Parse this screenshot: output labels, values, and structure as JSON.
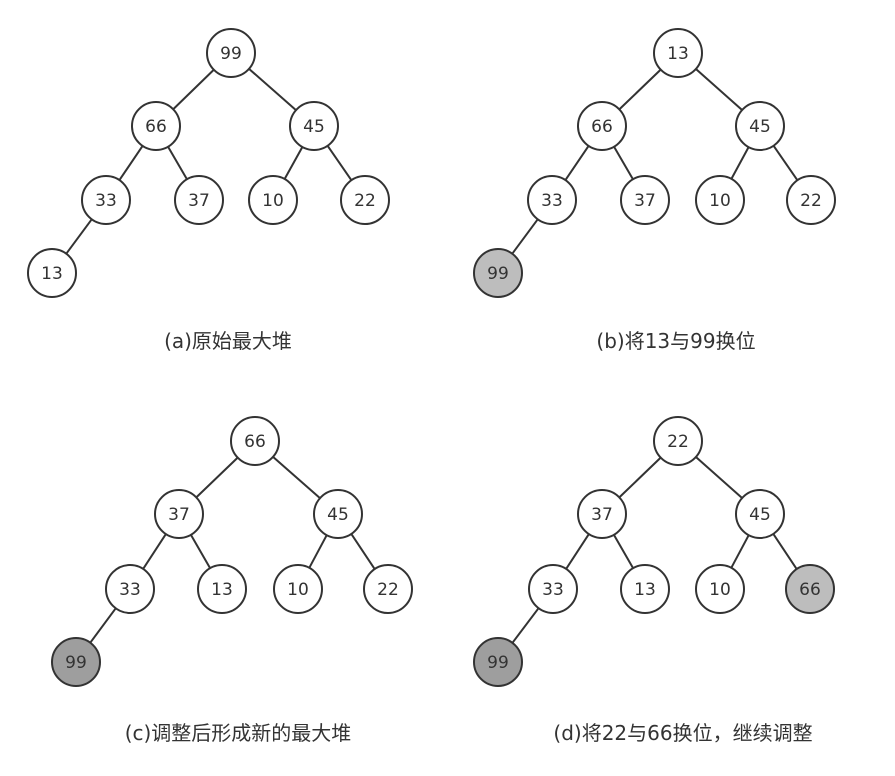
{
  "colors": {
    "node_fill": "#ffffff",
    "node_highlight_light": "#bdbdbd",
    "node_highlight_dark": "#9e9e9e",
    "stroke": "#333333",
    "text": "#333333"
  },
  "panels": [
    {
      "caption": "(a)原始最大堆",
      "nodes": [
        {
          "id": "a1",
          "label": "99",
          "fill": "white"
        },
        {
          "id": "a2",
          "label": "66",
          "fill": "white"
        },
        {
          "id": "a3",
          "label": "45",
          "fill": "white"
        },
        {
          "id": "a4",
          "label": "33",
          "fill": "white"
        },
        {
          "id": "a5",
          "label": "37",
          "fill": "white"
        },
        {
          "id": "a6",
          "label": "10",
          "fill": "white"
        },
        {
          "id": "a7",
          "label": "22",
          "fill": "white"
        },
        {
          "id": "a8",
          "label": "13",
          "fill": "white"
        }
      ],
      "edges": [
        [
          "a1",
          "a2"
        ],
        [
          "a1",
          "a3"
        ],
        [
          "a2",
          "a4"
        ],
        [
          "a2",
          "a5"
        ],
        [
          "a3",
          "a6"
        ],
        [
          "a3",
          "a7"
        ],
        [
          "a4",
          "a8"
        ]
      ]
    },
    {
      "caption": "(b)将13与99换位",
      "nodes": [
        {
          "id": "b1",
          "label": "13",
          "fill": "white"
        },
        {
          "id": "b2",
          "label": "66",
          "fill": "white"
        },
        {
          "id": "b3",
          "label": "45",
          "fill": "white"
        },
        {
          "id": "b4",
          "label": "33",
          "fill": "white"
        },
        {
          "id": "b5",
          "label": "37",
          "fill": "white"
        },
        {
          "id": "b6",
          "label": "10",
          "fill": "white"
        },
        {
          "id": "b7",
          "label": "22",
          "fill": "white"
        },
        {
          "id": "b8",
          "label": "99",
          "fill": "light"
        }
      ],
      "edges": [
        [
          "b1",
          "b2"
        ],
        [
          "b1",
          "b3"
        ],
        [
          "b2",
          "b4"
        ],
        [
          "b2",
          "b5"
        ],
        [
          "b3",
          "b6"
        ],
        [
          "b3",
          "b7"
        ],
        [
          "b4",
          "b8"
        ]
      ]
    },
    {
      "caption": "(c)调整后形成新的最大堆",
      "nodes": [
        {
          "id": "c1",
          "label": "66",
          "fill": "white"
        },
        {
          "id": "c2",
          "label": "37",
          "fill": "white"
        },
        {
          "id": "c3",
          "label": "45",
          "fill": "white"
        },
        {
          "id": "c4",
          "label": "33",
          "fill": "white"
        },
        {
          "id": "c5",
          "label": "13",
          "fill": "white"
        },
        {
          "id": "c6",
          "label": "10",
          "fill": "white"
        },
        {
          "id": "c7",
          "label": "22",
          "fill": "white"
        },
        {
          "id": "c8",
          "label": "99",
          "fill": "dark"
        }
      ],
      "edges": [
        [
          "c1",
          "c2"
        ],
        [
          "c1",
          "c3"
        ],
        [
          "c2",
          "c4"
        ],
        [
          "c2",
          "c5"
        ],
        [
          "c3",
          "c6"
        ],
        [
          "c3",
          "c7"
        ],
        [
          "c4",
          "c8"
        ]
      ]
    },
    {
      "caption": "(d)将22与66换位，继续调整",
      "nodes": [
        {
          "id": "d1",
          "label": "22",
          "fill": "white"
        },
        {
          "id": "d2",
          "label": "37",
          "fill": "white"
        },
        {
          "id": "d3",
          "label": "45",
          "fill": "white"
        },
        {
          "id": "d4",
          "label": "33",
          "fill": "white"
        },
        {
          "id": "d5",
          "label": "13",
          "fill": "white"
        },
        {
          "id": "d6",
          "label": "10",
          "fill": "white"
        },
        {
          "id": "d7",
          "label": "66",
          "fill": "light"
        },
        {
          "id": "d8",
          "label": "99",
          "fill": "dark"
        }
      ],
      "edges": [
        [
          "d1",
          "d2"
        ],
        [
          "d1",
          "d3"
        ],
        [
          "d2",
          "d4"
        ],
        [
          "d2",
          "d5"
        ],
        [
          "d3",
          "d6"
        ],
        [
          "d3",
          "d7"
        ],
        [
          "d4",
          "d8"
        ]
      ]
    }
  ]
}
